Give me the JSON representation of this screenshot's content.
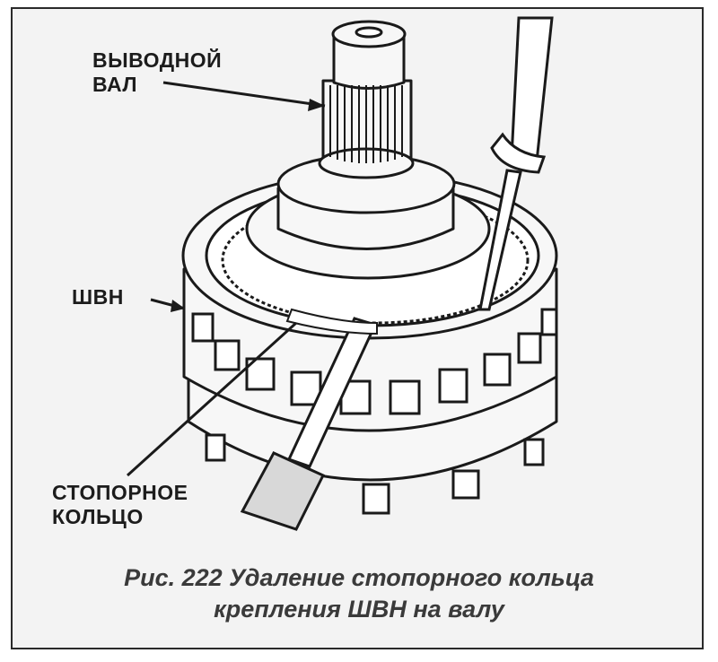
{
  "labels": {
    "output_shaft": [
      "ВЫВОДНОЙ",
      "ВАЛ"
    ],
    "shvn": "ШВН",
    "retaining_ring": [
      "СТОПОРНОЕ",
      "КОЛЬЦО"
    ]
  },
  "caption": {
    "line1": "Рис. 222 Удаление стопорного кольца",
    "line2": "крепления ШВН на валу"
  }
}
